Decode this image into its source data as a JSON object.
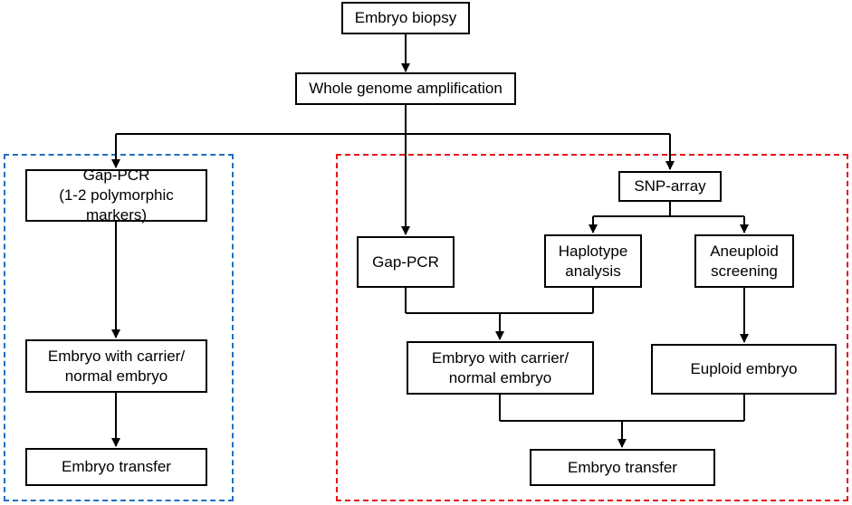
{
  "colors": {
    "left_region_border": "#1f6fbf",
    "right_region_border": "#e3161b",
    "node_border": "#000000",
    "arrow": "#000000"
  },
  "nodes": {
    "embryo_biopsy": "Embryo biopsy",
    "whole_genome_amplification": "Whole genome amplification",
    "left_gap_pcr": [
      "Gap-PCR",
      "(1-2 polymorphic markers)"
    ],
    "left_embryo_carrier": [
      "Embryo with carrier/",
      "normal embryo"
    ],
    "left_embryo_transfer": "Embryo transfer",
    "snp_array": "SNP-array",
    "right_gap_pcr": "Gap-PCR",
    "haplotype_analysis": [
      "Haplotype",
      "analysis"
    ],
    "aneuploid_screening": [
      "Aneuploid",
      "screening"
    ],
    "right_embryo_carrier": [
      "Embryo with carrier/",
      "normal embryo"
    ],
    "euploid_embryo": "Euploid embryo",
    "right_embryo_transfer": "Embryo transfer"
  }
}
